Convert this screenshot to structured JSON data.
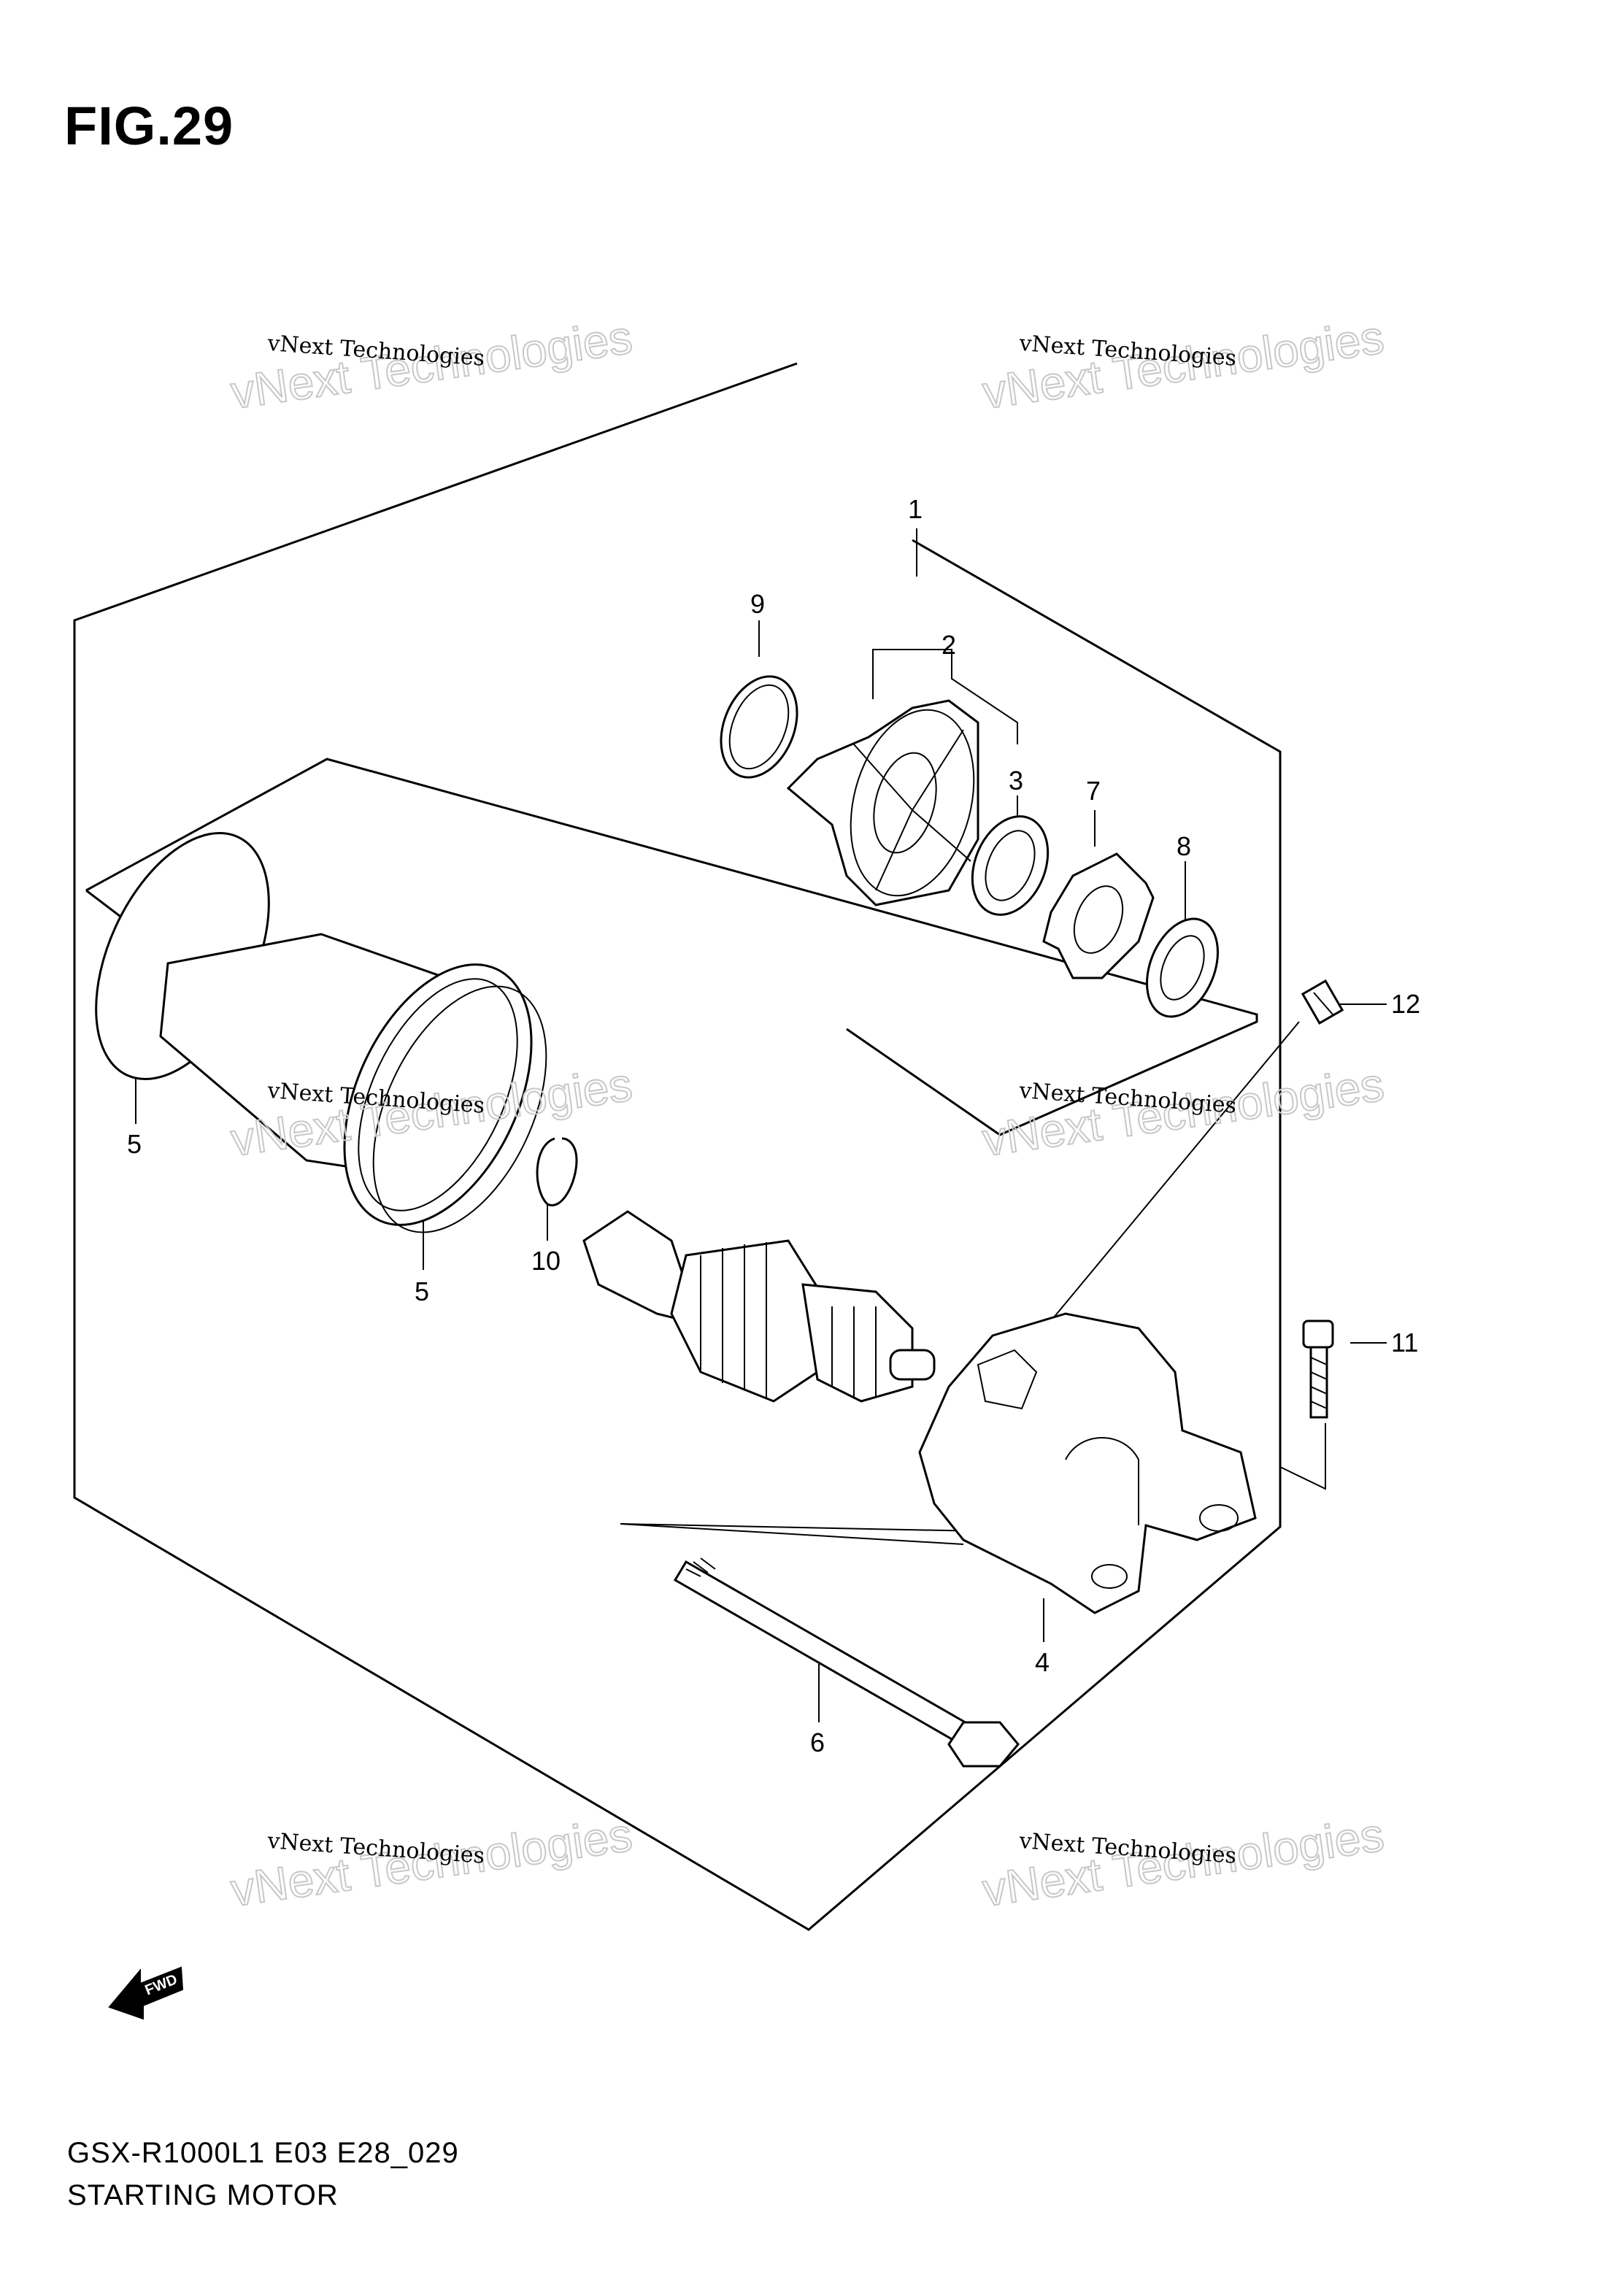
{
  "figure": {
    "title": "FIG.29",
    "model_code": "GSX-R1000L1 E03 E28_029",
    "section_name": "STARTING MOTOR"
  },
  "callouts": [
    "1",
    "2",
    "3",
    "4",
    "5",
    "5",
    "6",
    "7",
    "8",
    "9",
    "10",
    "11",
    "12"
  ],
  "watermark": {
    "small_text": "vNext Technologies",
    "big_text": "vNext Technologies"
  },
  "fwd_label": "FWD",
  "colors": {
    "line": "#000000",
    "watermark": "#c8c8c8",
    "background": "#ffffff"
  }
}
